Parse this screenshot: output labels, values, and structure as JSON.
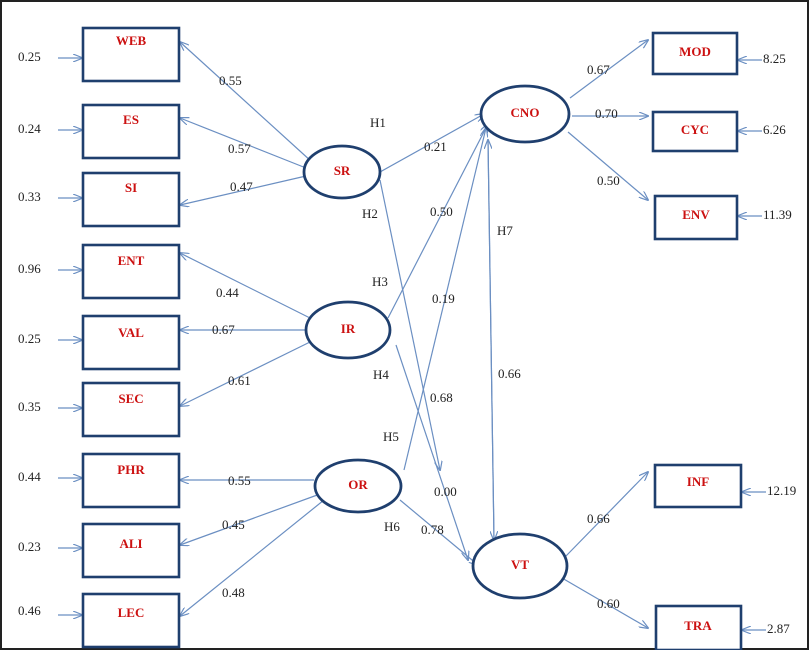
{
  "indicators_left": [
    {
      "name": "WEB",
      "error": "0.25"
    },
    {
      "name": "ES",
      "error": "0.24"
    },
    {
      "name": "SI",
      "error": "0.33"
    },
    {
      "name": "ENT",
      "error": "0.96"
    },
    {
      "name": "VAL",
      "error": "0.25"
    },
    {
      "name": "SEC",
      "error": "0.35"
    },
    {
      "name": "PHR",
      "error": "0.44"
    },
    {
      "name": "ALI",
      "error": "0.23"
    },
    {
      "name": "LEC",
      "error": "0.46"
    }
  ],
  "indicators_right": [
    {
      "name": "MOD",
      "error": "8.25"
    },
    {
      "name": "CYC",
      "error": "6.26"
    },
    {
      "name": "ENV",
      "error": "11.39"
    },
    {
      "name": "INF",
      "error": "12.19"
    },
    {
      "name": "TRA",
      "error": "2.87"
    }
  ],
  "latent": [
    "SR",
    "IR",
    "OR",
    "CNO",
    "VT"
  ],
  "loadings_left": [
    "0.55",
    "0.57",
    "0.47",
    "0.44",
    "0.67",
    "0.61",
    "0.55",
    "0.45",
    "0.48"
  ],
  "loadings_right": [
    "0.67",
    "0.70",
    "0.50",
    "0.66",
    "0.60"
  ],
  "paths": [
    {
      "hyp": "H1",
      "coef": "0.21"
    },
    {
      "hyp": "H2",
      "coef": "0.50"
    },
    {
      "hyp": "H3",
      "coef": "0.19"
    },
    {
      "hyp": "H4",
      "coef": "0.68"
    },
    {
      "hyp": "H5",
      "coef": "0.00"
    },
    {
      "hyp": "H6",
      "coef": "0.78"
    },
    {
      "hyp": "H7",
      "coef": "0.66"
    }
  ],
  "colors": {
    "box_stroke": "#1f3f6e",
    "label": "#cc1111",
    "arrow": "#6b8fc2"
  }
}
